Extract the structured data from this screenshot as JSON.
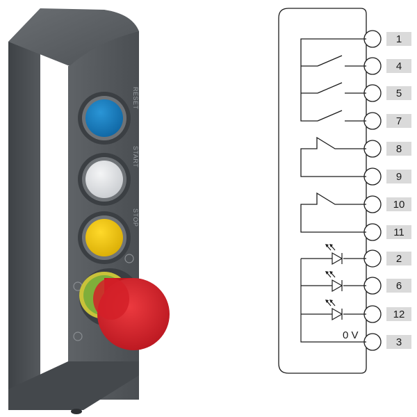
{
  "device": {
    "buttons": [
      {
        "label": "RESET",
        "color": "#1a7fc3"
      },
      {
        "label": "START",
        "color": "#e4e6e8"
      },
      {
        "label": "STOP",
        "color": "#f2c814"
      }
    ],
    "emergency_stop_color": "#d6202a",
    "housing_color": "#55595d"
  },
  "wiring": {
    "terminals": [
      "1",
      "4",
      "5",
      "7",
      "8",
      "9",
      "10",
      "11",
      "2",
      "6",
      "12",
      "3"
    ],
    "zero_volt_label": "0 V"
  }
}
